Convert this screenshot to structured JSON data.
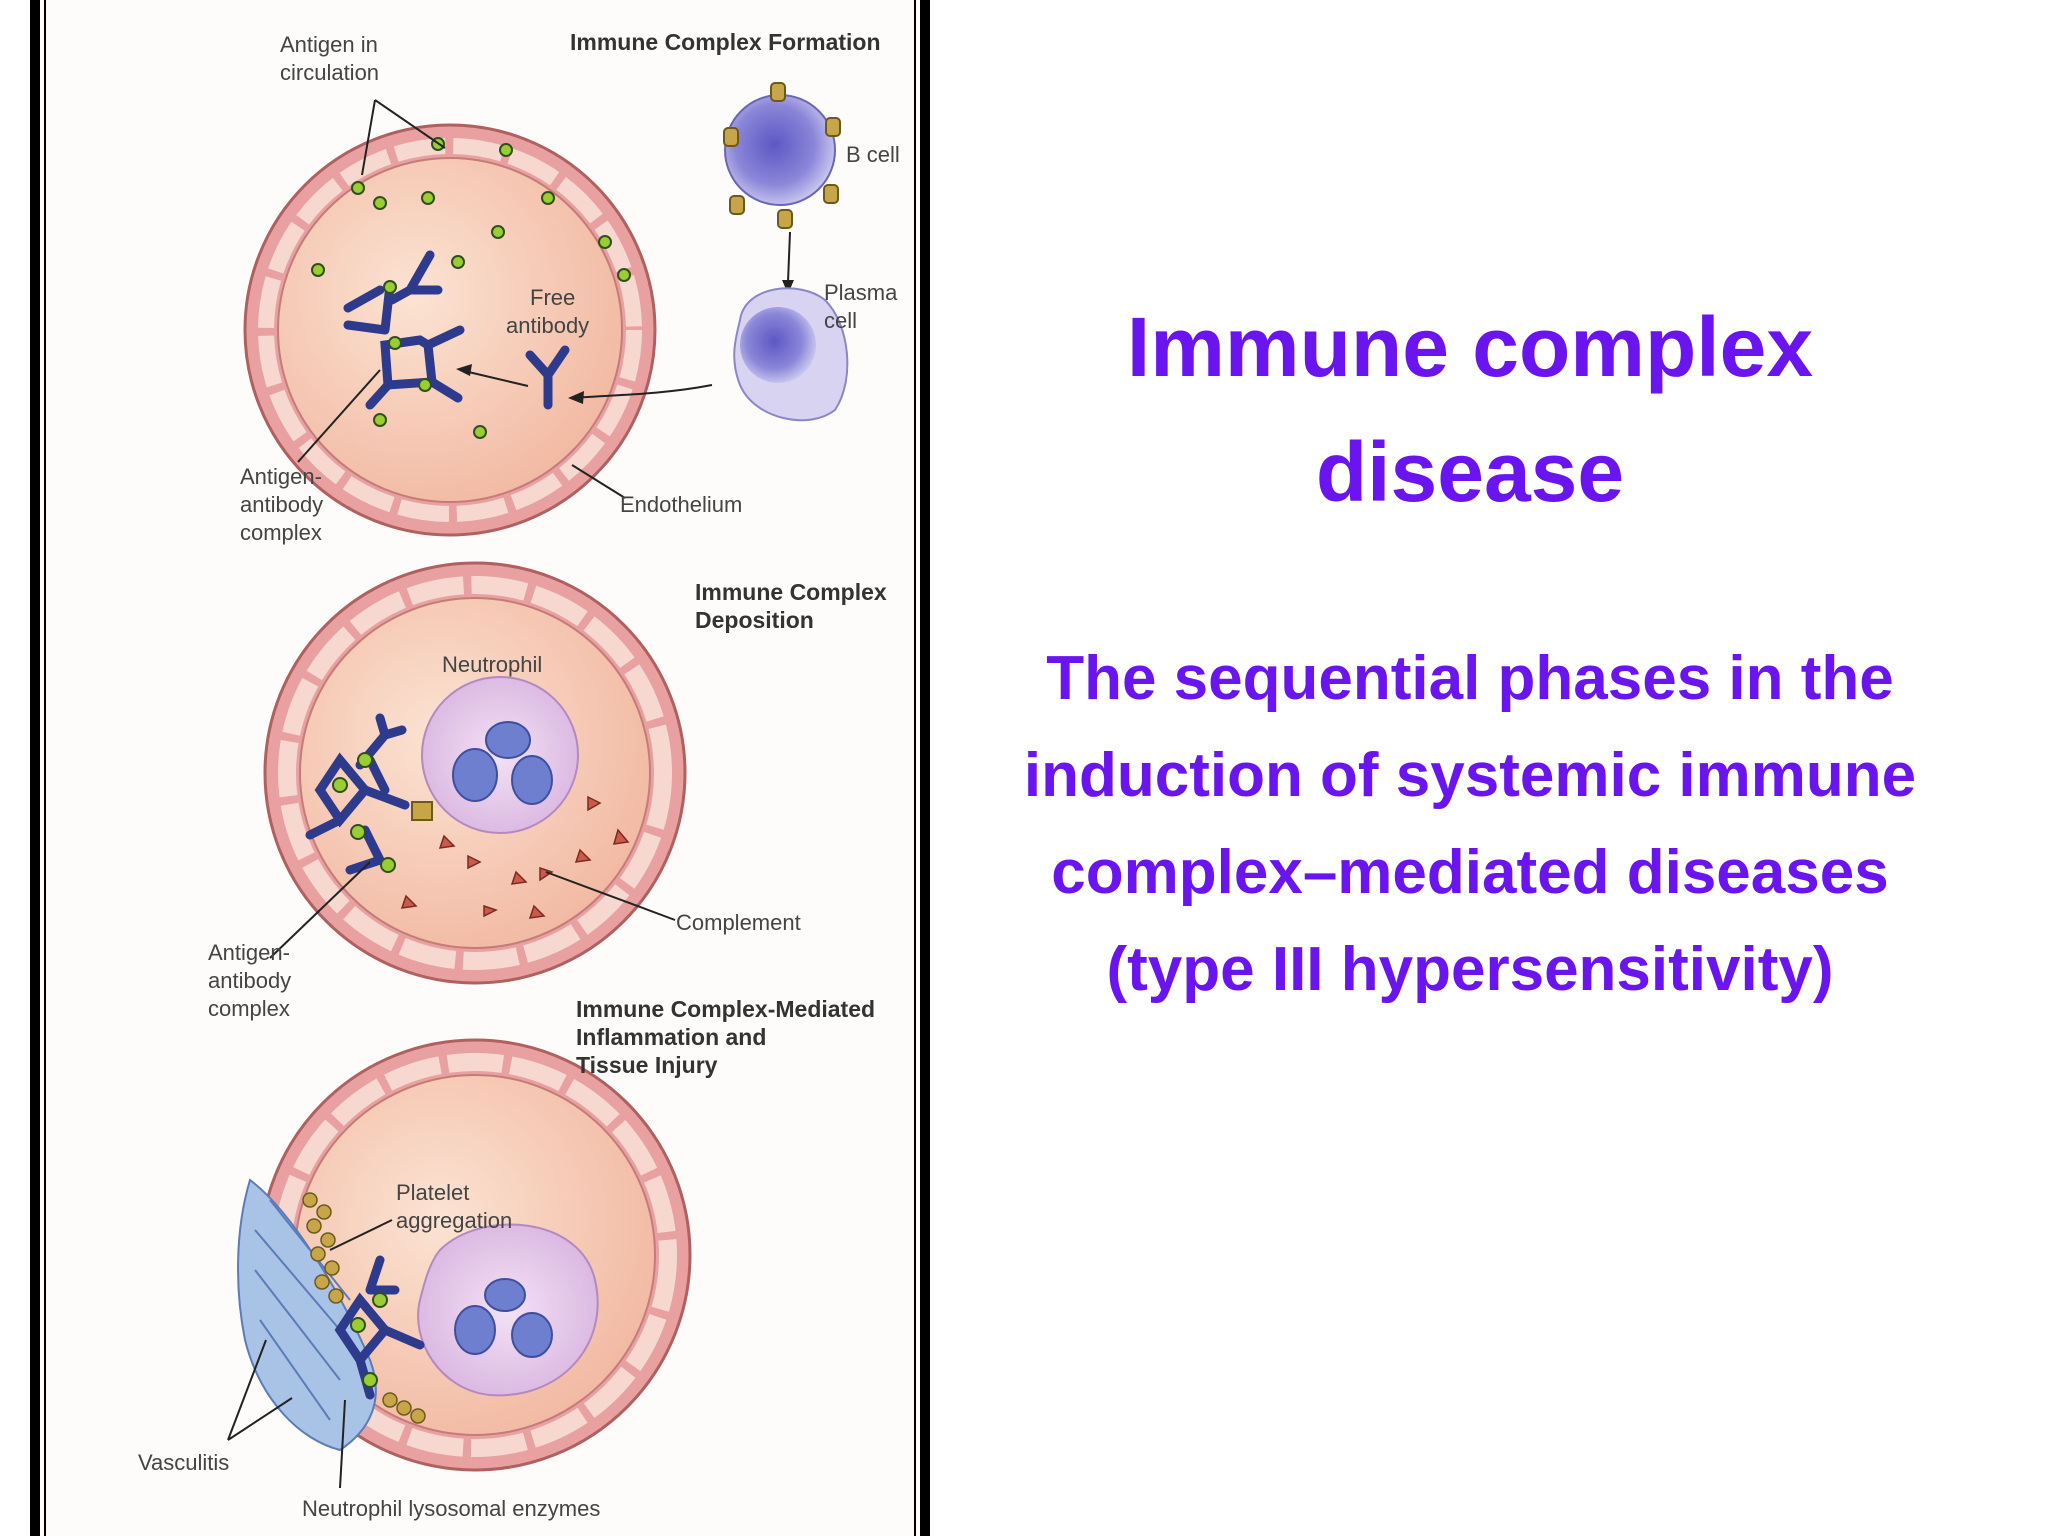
{
  "figure": {
    "panel1": {
      "heading": "Immune Complex Formation",
      "antigen_label_1": "Antigen in",
      "antigen_label_2": "circulation",
      "b_cell_label": "B cell",
      "plasma_label_1": "Plasma",
      "plasma_label_2": "cell",
      "free_ab_label_1": "Free",
      "free_ab_label_2": "antibody",
      "complex_label_1": "Antigen-",
      "complex_label_2": "antibody",
      "complex_label_3": "complex",
      "endothelium_label": "Endothelium"
    },
    "panel2": {
      "heading_1": "Immune Complex",
      "heading_2": "Deposition",
      "neutrophil_label": "Neutrophil",
      "complement_label": "Complement",
      "complex_label_1": "Antigen-",
      "complex_label_2": "antibody",
      "complex_label_3": "complex"
    },
    "panel3": {
      "heading_1": "Immune Complex-Mediated",
      "heading_2": "Inflammation and",
      "heading_3": "Tissue Injury",
      "platelet_label_1": "Platelet",
      "platelet_label_2": "aggregation",
      "vasculitis_label": "Vasculitis",
      "enzymes_label": "Neutrophil lysosomal enzymes"
    },
    "colors": {
      "vessel_wall": "#e8a1a0",
      "lumen": "#f6cdb8",
      "antibody": "#2e3a8c",
      "antigen": "#9acd32",
      "cell_purple": "#8a86d8",
      "neutrophil": "#e6c8ec"
    }
  },
  "text": {
    "title_line1": "Immune complex",
    "title_line2": "disease",
    "subtitle_line1": "The sequential phases in the",
    "subtitle_line2": "induction of systemic immune",
    "subtitle_line3": "complex–mediated diseases",
    "subtitle_line4": "(type III hypersensitivity)",
    "accent_color": "#6a14f0"
  }
}
